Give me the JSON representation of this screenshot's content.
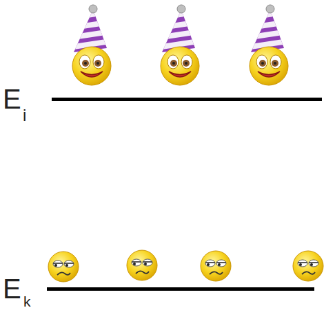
{
  "diagram": {
    "labels": [
      "E",
      "i",
      "E",
      "k"
    ]
  }
}
